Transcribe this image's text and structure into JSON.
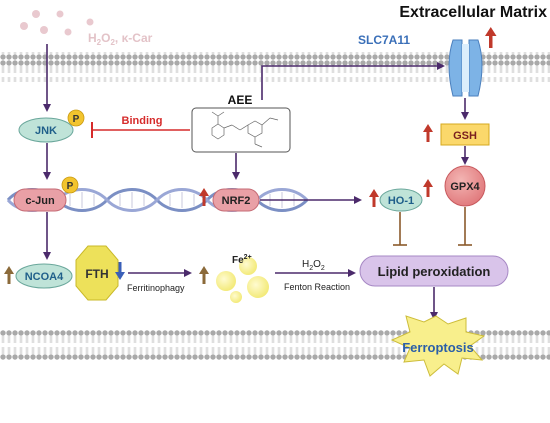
{
  "header": {
    "title": "Extracellular Matrix"
  },
  "stimulus": {
    "label": "H2O2, κ-Car",
    "base": "H",
    "sub": "2",
    "mid": "O",
    "sub2": "2",
    "rest": ", κ-Car"
  },
  "transporter": {
    "label": "SLC7A11"
  },
  "compound": {
    "label": "AEE"
  },
  "interaction": {
    "label": "Binding"
  },
  "proteins": {
    "jnk": "JNK",
    "cjun": "c-Jun",
    "nrf2": "NRF2",
    "ncoa4": "NCOA4",
    "fth": "FTH",
    "ho1": "HO-1",
    "gsh": "GSH",
    "gpx4": "GPX4",
    "phospho": "P"
  },
  "iron": {
    "label": "Fe2+",
    "base": "Fe",
    "sup": "2+"
  },
  "processes": {
    "ferritinophagy": "Ferritinophagy",
    "h2o2": "H2O2",
    "h2o2_base": "H",
    "h2o2_sub": "2",
    "h2o2_mid": "O",
    "h2o2_sub2": "2",
    "fenton": "Fenton Reaction",
    "lipid": "Lipid peroxidation",
    "ferroptosis": "Ferroptosis"
  },
  "colors": {
    "membrane": "#b3b3b3",
    "arrow": "#4b2a6b",
    "binding": "#d62b2b",
    "up_arrow": "#c0392b",
    "down_arrow": "#3a5fb8",
    "jnk_fill": "#bfe3d8",
    "pink_fill": "#e9a0a6",
    "gsh_fill": "#fbd86b",
    "lipid_fill": "#d9c4ea",
    "ferroptosis_fill": "#f8ef8c",
    "phospho_fill": "#f2c42e"
  }
}
